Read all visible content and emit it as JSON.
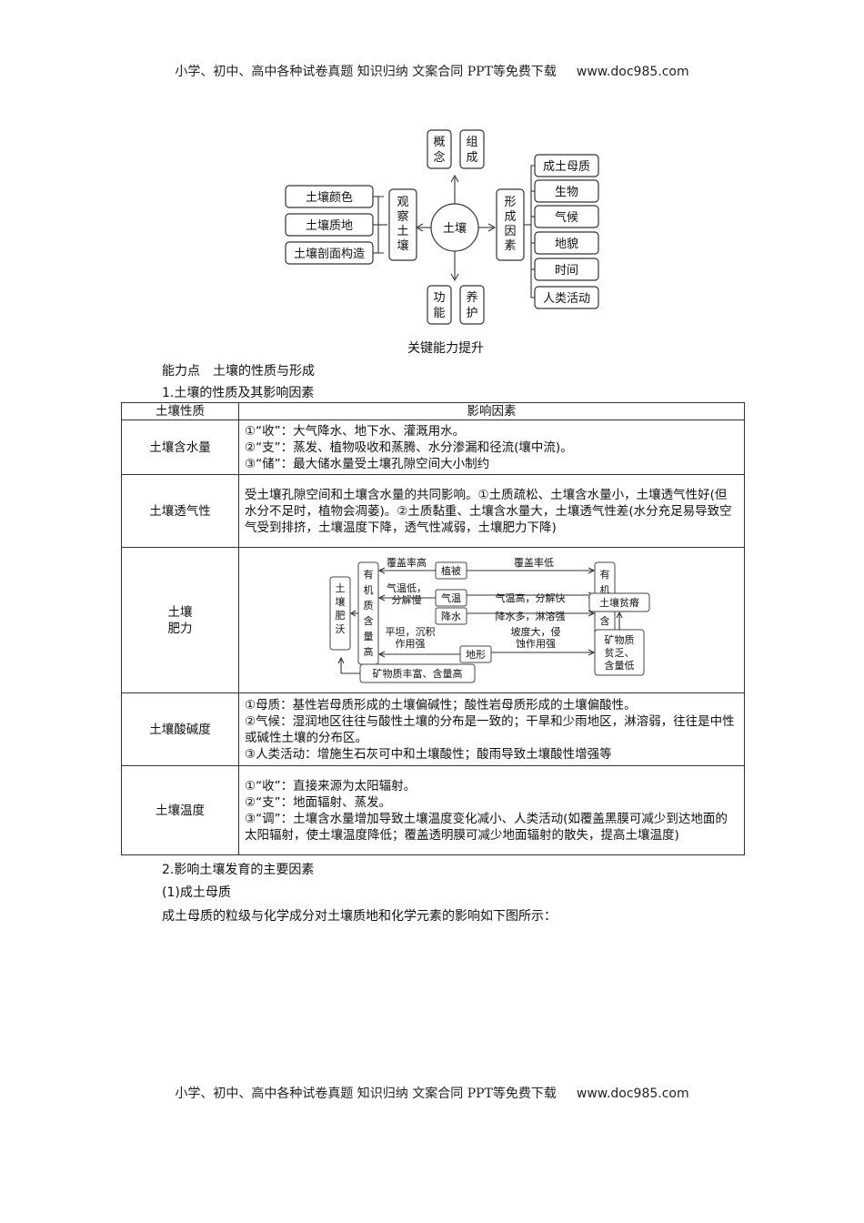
{
  "header": {
    "text": "小学、初中、高中各种试卷真题 知识归纳 文案合同 PPT等免费下载",
    "url": "www.doc985.com"
  },
  "footer": {
    "text": "小学、初中、高中各种试卷真题 知识归纳 文案合同 PPT等免费下载",
    "url": "www.doc985.com"
  },
  "mindmap": {
    "center": "土壤",
    "top": [
      "概念",
      "组成"
    ],
    "bottom": [
      "功能",
      "养护"
    ],
    "left_hub": "观察土壤",
    "left_items": [
      "土壤颜色",
      "土壤质地",
      "土壤剖面构造"
    ],
    "right_hub": "形成因素",
    "right_items": [
      "成土母质",
      "生物",
      "气候",
      "地貌",
      "时间",
      "人类活动"
    ]
  },
  "section_title": "关键能力提升",
  "point_title": "能力点　土壤的性质与形成",
  "sub1": "1.土壤的性质及其影响因素",
  "table": {
    "headers": [
      "土壤性质",
      "影响因素"
    ],
    "rows": [
      {
        "key": "土壤含水量",
        "lines": [
          "①“收”：大气降水、地下水、灌溉用水。",
          "②“支”：蒸发、植物吸收和蒸腾、水分渗漏和径流(壤中流)。",
          "③“储”：最大储水量受土壤孔隙空间大小制约"
        ]
      },
      {
        "key": "土壤透气性",
        "lines": [
          "受土壤孔隙空间和土壤含水量的共同影响。①土质疏松、土壤含水量小，土壤透气性好(但水分不足时，植物会凋萎)。②土质黏重、土壤含水量大，土壤透气性差(水分充足易导致空气受到排挤，土壤温度下降，透气性减弱，土壤肥力下降)"
        ]
      },
      {
        "key": "土壤肥力"
      },
      {
        "key": "土壤酸碱度",
        "lines": [
          "①母质：基性岩母质形成的土壤偏碱性；酸性岩母质形成的土壤偏酸性。",
          "②气候：湿润地区往往与酸性土壤的分布是一致的；干旱和少雨地区，淋溶弱，往往是中性或碱性土壤的分布区。",
          "③人类活动：增施生石灰可中和土壤酸性；酸雨导致土壤酸性增强等"
        ]
      },
      {
        "key": "土壤温度",
        "lines": [
          "①“收”：直接来源为太阳辐射。",
          "②“支”：地面辐射、蒸发。",
          "③“调”：土壤含水量增加导致土壤温度变化减小、人类活动(如覆盖黑膜可减少到达地面的太阳辐射，使土壤温度降低；覆盖透明膜可减少地面辐射的散失，提高土壤温度)"
        ]
      }
    ]
  },
  "fertility": {
    "fertile": "土壤肥沃",
    "high": "有机质含量高",
    "low": "有机质含量低",
    "poor": "土壤贫瘠",
    "mineral_poor": "矿物质贫乏、含量低",
    "mineral_rich": "矿物质丰富、含量高",
    "factors": [
      "植被",
      "气温",
      "降水",
      "地形"
    ],
    "left_labels": [
      "覆盖率高",
      "气温低，分解慢",
      "平坦，沉积作用强"
    ],
    "right_labels": [
      "覆盖率低",
      "气温高，分解快",
      "降水多，淋溶强",
      "坡度大，侵蚀作用强"
    ]
  },
  "sub2": "2.影响土壤发育的主要因素",
  "sub2_1": "(1)成土母质",
  "para": "成土母质的粒级与化学成分对土壤质地和化学元素的影响如下图所示："
}
